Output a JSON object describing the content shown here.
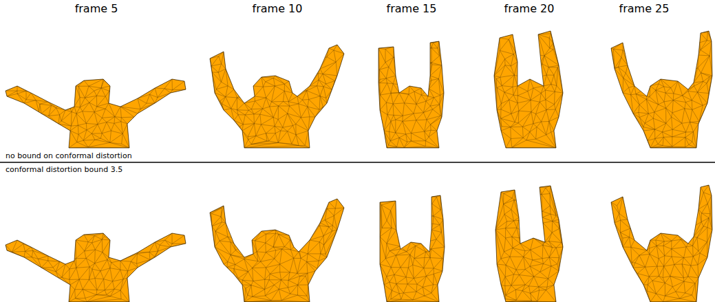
{
  "diagram": {
    "labels": [
      "frame 5",
      "frame 10",
      "frame 15",
      "frame 20",
      "frame 25",
      "no bound on conformal distortion",
      "conformal distortion bound 3.5"
    ]
  }
}
